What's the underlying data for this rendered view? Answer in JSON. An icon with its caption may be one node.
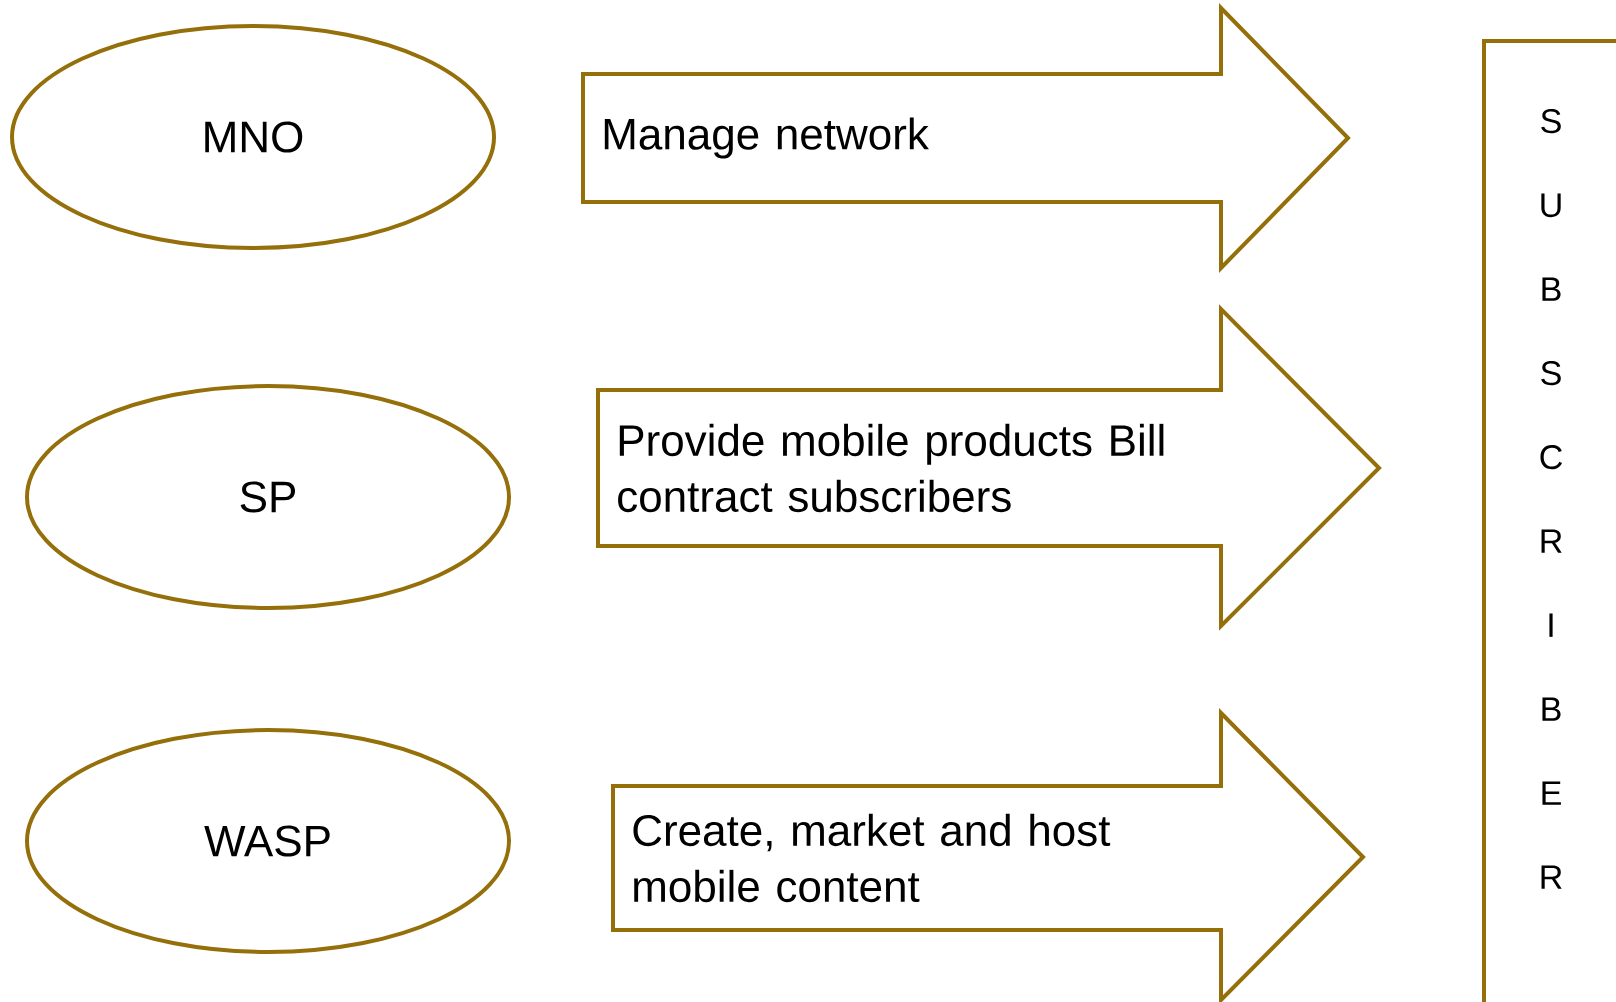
{
  "diagram": {
    "nodes": [
      {
        "text": [
          "MNO"
        ]
      },
      {
        "text": [
          "Manage network"
        ]
      },
      {
        "text": [
          "SP"
        ]
      },
      {
        "text": [
          "Provide mobile products Bill contract subscribers"
        ]
      },
      {
        "text": [
          "WASP"
        ]
      },
      {
        "text": [
          "Create, market and host mobile content"
        ]
      },
      {
        "text": [
          "S U B S C R I B E R"
        ]
      }
    ]
  }
}
